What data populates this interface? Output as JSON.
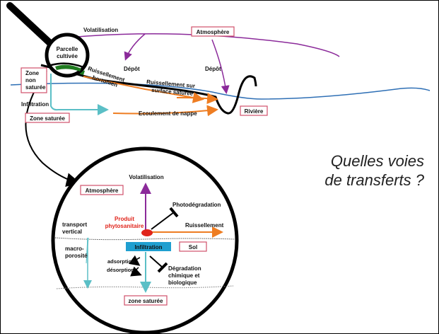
{
  "top_diagram": {
    "atmosphere": "Atmosphère",
    "volatilisation": "Volatilisation",
    "depot_1": "Dépôt",
    "depot_2": "Dépôt",
    "parcelle_line1": "Parcelle",
    "parcelle_line2": "cultivée",
    "zone_non_saturee": [
      "Zone",
      "non",
      "saturée"
    ],
    "ruissellement_hortonien": [
      "Ruissellement",
      "hortonien"
    ],
    "ruissellement_surface": [
      "Ruissellement sur",
      "surface saturée"
    ],
    "infiltration": "Infiltration",
    "zone_saturee": "Zone saturée",
    "ecoulement": "Ecoulement de nappe",
    "riviere": "Rivière"
  },
  "zoom_diagram": {
    "volatilisation": "Volatilisation",
    "atmosphere": "Atmosphère",
    "photodegradation": "Photodégradation",
    "produit": [
      "Produit",
      "phytosanitaire"
    ],
    "transport_vertical": [
      "transport",
      "vertical"
    ],
    "ruissellement": "Ruissellement",
    "infiltration": "Infiltration",
    "sol": "Sol",
    "macroporosite": [
      "macro-",
      "porosité"
    ],
    "adsorption": "adsorption",
    "desorption": "désorption",
    "degradation": [
      "Dégradation",
      "chimique et",
      "biologique"
    ],
    "zone_saturee": "zone saturée"
  },
  "question": [
    "Quelles voies",
    "de transferts ?"
  ],
  "colors": {
    "box_border": "#d0506a",
    "purple": "#8b2a9a",
    "orange": "#ee7d22",
    "teal": "#5bbfc6",
    "blue_line": "#2e6fb5",
    "infiltration_box": "#1f9fd0",
    "red": "#e0241b",
    "green": "#1f7a1f"
  }
}
